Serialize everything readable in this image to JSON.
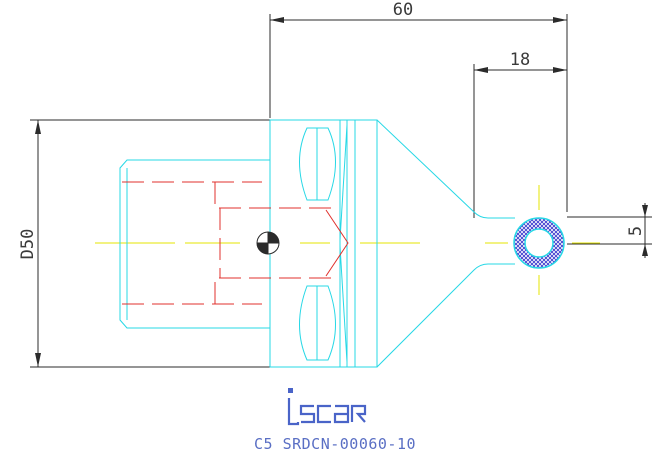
{
  "drawing": {
    "dimensions": {
      "overall_length": "60",
      "tip_offset": "18",
      "diameter": "D50",
      "tip_height": "5"
    },
    "logo": "iscar",
    "caption": "C5 SRDCN-00060-10",
    "colors": {
      "outline": "#27d8e6",
      "hidden_lines": "#e0302c",
      "centerlines": "#e6e600",
      "dimensions": "#2b2b2b",
      "insert_hatch": "#3a3acd",
      "logo": "#4a64c8"
    }
  }
}
